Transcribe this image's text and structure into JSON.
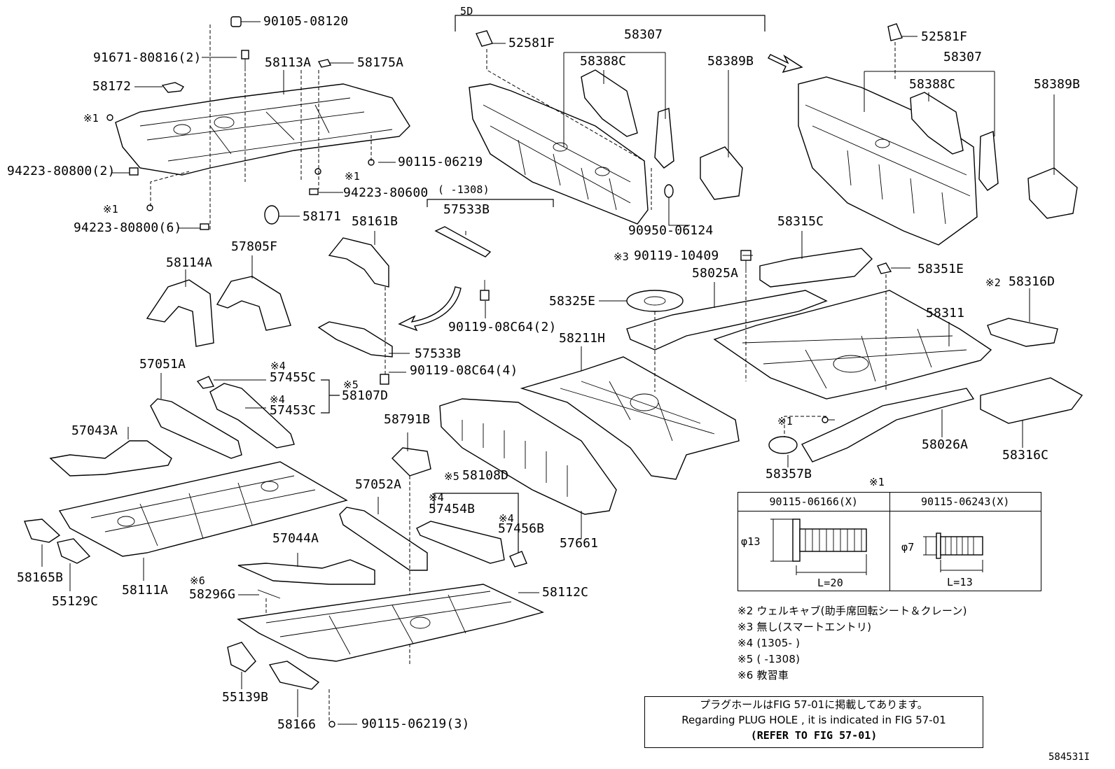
{
  "labels": {
    "l_90105_08120": "90105-08120",
    "l_91671": "91671-80816(2)",
    "l_58113A": "58113A",
    "l_58175A": "58175A",
    "l_58172": "58172",
    "l_note1_a": "※1",
    "l_94223_2": "94223-80800(2)",
    "l_90115_06219": "90115-06219",
    "l_note1_b": "※1",
    "l_94223_80600": "94223-80600",
    "l_1308_a": "(  -1308)",
    "l_note1_c": "※1",
    "l_58171": "58171",
    "l_94223_6": "94223-80800(6)",
    "l_5D": "5D",
    "l_52581F_a": "52581F",
    "l_58307_a": "58307",
    "l_58388C_a": "58388C",
    "l_58389B_a": "58389B",
    "l_90950": "90950-06124",
    "l_52581F_b": "52581F",
    "l_58307_b": "58307",
    "l_58388C_b": "58388C",
    "l_58389B_b": "58389B",
    "l_57533B_a": "57533B",
    "l_58161B": "58161B",
    "l_57805F": "57805F",
    "l_58114A": "58114A",
    "l_90119_08C64_2": "90119-08C64(2)",
    "l_57533B_b": "57533B",
    "l_90119_08C64_4": "90119-08C64(4)",
    "l_note4_a": "※4",
    "l_57455C": "57455C",
    "l_note5_a": "※5",
    "l_58107D": "58107D",
    "l_note4_b": "※4",
    "l_57453C": "57453C",
    "l_57051A": "57051A",
    "l_57043A": "57043A",
    "l_58315C": "58315C",
    "l_note3": "※3",
    "l_90119_10409": "90119-10409",
    "l_58025A": "58025A",
    "l_58351E": "58351E",
    "l_note2": "※2",
    "l_58316D": "58316D",
    "l_58325E": "58325E",
    "l_58311": "58311",
    "l_58211H": "58211H",
    "l_note1_d": "※1",
    "l_58026A": "58026A",
    "l_58316C": "58316C",
    "l_58357B": "58357B",
    "l_58791B": "58791B",
    "l_57052A": "57052A",
    "l_note5_b": "※5",
    "l_58108D": "58108D",
    "l_note4_c": "※4",
    "l_57454B": "57454B",
    "l_note4_d": "※4",
    "l_57456B": "57456B",
    "l_57661": "57661",
    "l_57044A": "57044A",
    "l_58165B": "58165B",
    "l_55129C": "55129C",
    "l_58111A": "58111A",
    "l_note6": "※6",
    "l_58296G": "58296G",
    "l_58112C": "58112C",
    "l_55139B": "55139B",
    "l_58166": "58166",
    "l_90115_06219_3": "90115-06219(3)",
    "l_note1_table": "※1"
  },
  "spec_table": {
    "col1_header": "90115-06166(X)",
    "col2_header": "90115-06243(X)",
    "col1_diameter": "φ13",
    "col1_length": "L=20",
    "col2_diameter": "φ7",
    "col2_length": "L=13"
  },
  "footnotes": {
    "note2": "※2 ウェルキャブ(助手席回転シート＆クレーン)",
    "note3": "※3 無し(スマートエントリ)",
    "note4": "※4 (1305-      )",
    "note5": "※5 (      -1308)",
    "note6": "※6 教習車"
  },
  "reference_box": {
    "line1": "プラグホールはFIG 57-01に掲載してあります。",
    "line2": "Regarding PLUG HOLE , it is indicated in FIG 57-01",
    "line3": "(REFER TO FIG 57-01)"
  },
  "figure_id": "584531I"
}
